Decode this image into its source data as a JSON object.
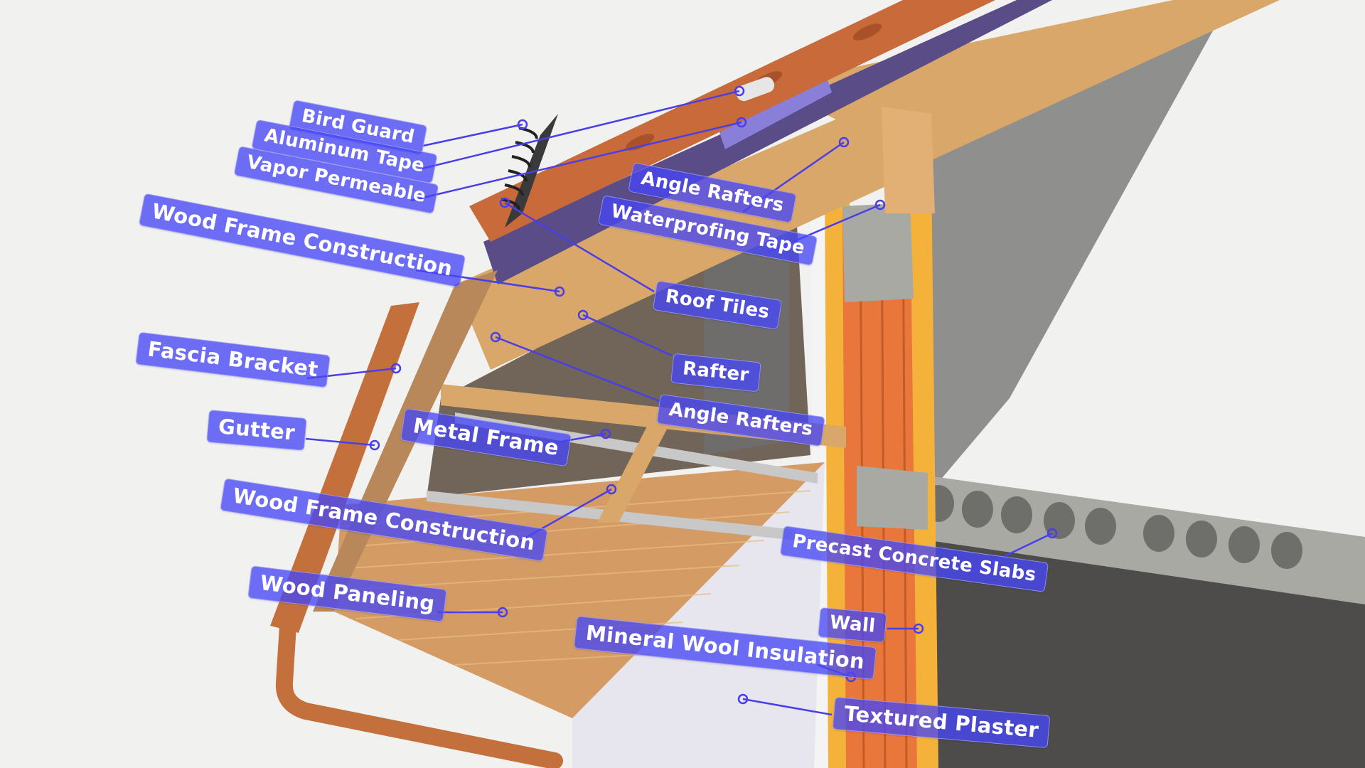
{
  "diagram": {
    "subject": "Roof eave cross-section",
    "colors": {
      "background": "#f1f1f0",
      "label_fill": "#4646f5",
      "leader_line": "#4a3ee8",
      "roof_tile": "#c96a3a",
      "membrane": "#5a4c86",
      "timber": "#d9a76a",
      "insulation": "#f5b23a",
      "brick": "#e9773c",
      "plaster": "#e7e6ee",
      "concrete": "#a9a9a4",
      "interior": "#4d4c4b",
      "gutter": "#c4703c"
    },
    "labels": [
      {
        "id": "bird-guard",
        "text": "Bird Guard"
      },
      {
        "id": "aluminum-tape",
        "text": "Aluminum Tape"
      },
      {
        "id": "vapor-permeable",
        "text": "Vapor Permeable"
      },
      {
        "id": "wood-frame-construction-top",
        "text": "Wood Frame Construction"
      },
      {
        "id": "fascia-bracket",
        "text": "Fascia Bracket"
      },
      {
        "id": "gutter",
        "text": "Gutter"
      },
      {
        "id": "metal-frame",
        "text": "Metal Frame"
      },
      {
        "id": "wood-frame-construction-bottom",
        "text": "Wood Frame Construction"
      },
      {
        "id": "wood-paneling",
        "text": "Wood Paneling"
      },
      {
        "id": "angle-rafters-top",
        "text": "Angle Rafters"
      },
      {
        "id": "waterproofing-tape",
        "text": "Waterprofing Tape"
      },
      {
        "id": "roof-tiles",
        "text": "Roof Tiles"
      },
      {
        "id": "rafter",
        "text": "Rafter"
      },
      {
        "id": "angle-rafters-bottom",
        "text": "Angle Rafters"
      },
      {
        "id": "precast-concrete-slabs",
        "text": "Precast Concrete Slabs"
      },
      {
        "id": "wall",
        "text": "Wall"
      },
      {
        "id": "mineral-wool-insulation",
        "text": "Mineral Wool Insulation"
      },
      {
        "id": "textured-plaster",
        "text": "Textured Plaster"
      }
    ]
  }
}
